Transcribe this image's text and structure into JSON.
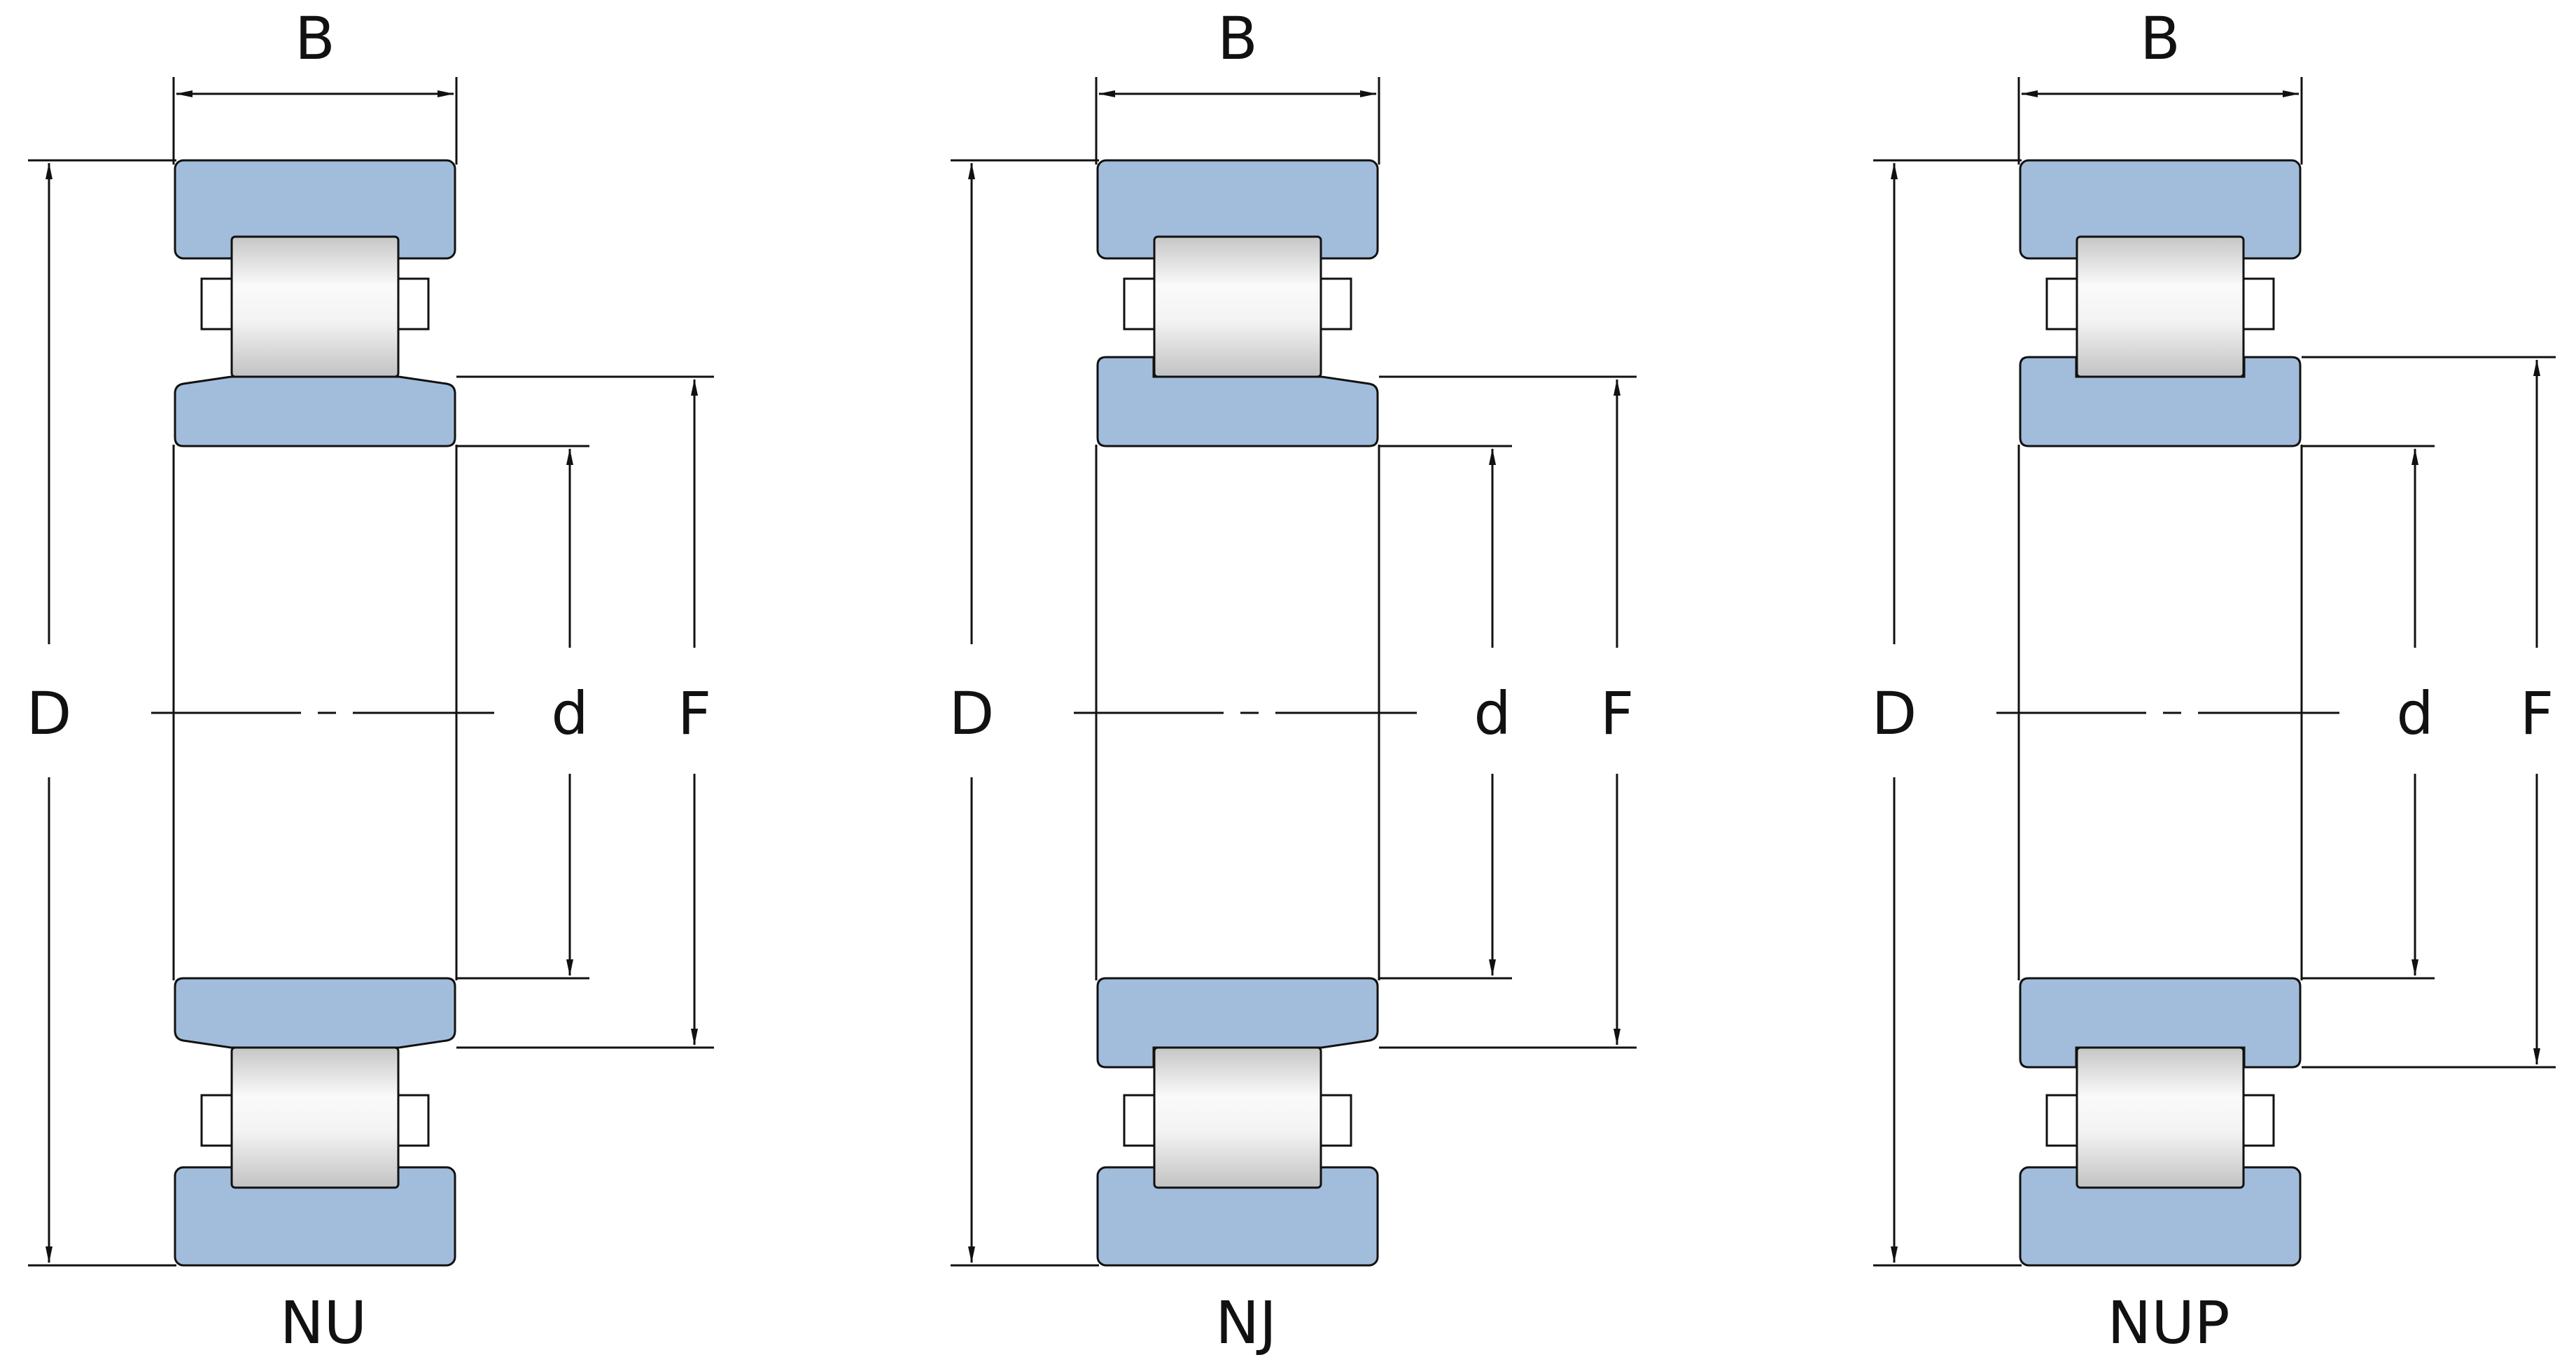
{
  "dimension_labels": {
    "width": "B",
    "outer_diameter": "D",
    "bore_diameter": "d",
    "raceway_diameter": "F"
  },
  "bearings": [
    {
      "type_label": "NU"
    },
    {
      "type_label": "NJ"
    },
    {
      "type_label": "NUP"
    }
  ],
  "colors": {
    "ring_fill": "#a2bddb",
    "roller_light": "#fafafa",
    "roller_dark": "#c6c6c6",
    "line": "#111111",
    "background": "#ffffff"
  }
}
